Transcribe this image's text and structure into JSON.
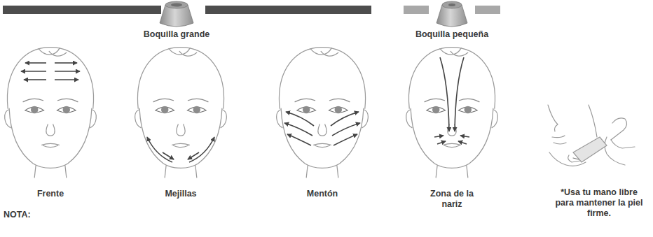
{
  "diagram": {
    "labels": [
      "Boquilla grande",
      "Boquilla pequeña",
      "Frente",
      "Mejillas",
      "Mentón",
      "Zona de la nariz",
      "*Usa tu mano libre para mantener la piel firme.",
      "NOTA:"
    ]
  }
}
